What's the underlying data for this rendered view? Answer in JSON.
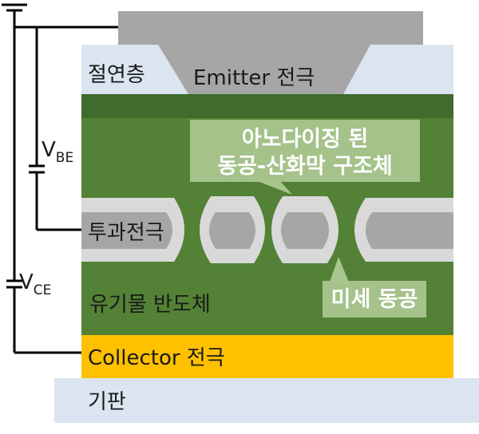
{
  "labels": {
    "insulator": "절연층",
    "emitter": "Emitter 전극",
    "anodized": [
      "아노다이징 된",
      "동공-산화막 구조체"
    ],
    "transparent_electrode": "투과전극",
    "micro_pore": "미세 동공",
    "organic_semiconductor": "유기물 반도체",
    "collector": "Collector 전극",
    "substrate": "기판"
  },
  "voltages": {
    "vbe": {
      "main": "V",
      "sub": "BE"
    },
    "vce": {
      "main": "V",
      "sub": "CE"
    }
  },
  "colors": {
    "insulator": "#dbe5f1",
    "emitter": "#a6a6a6",
    "green_top": "#3f6b2c",
    "green": "#538135",
    "pore_ring": "#d9d9d9",
    "pore_core": "#a6a6a6",
    "collector": "#ffc000",
    "substrate": "#dbe5f1",
    "callout": "#a9c58f",
    "wire": "#000000"
  }
}
